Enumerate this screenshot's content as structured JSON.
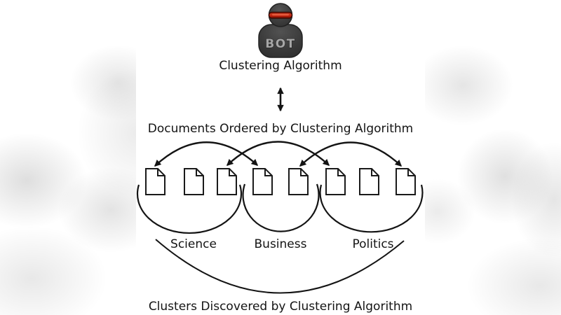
{
  "diagram": {
    "bot_icon": {
      "label": "BOT"
    },
    "algorithm_label": "Clustering Algorithm",
    "documents_label": "Documents Ordered by Clustering Algorithm",
    "clusters_label": "Clusters Discovered by Clustering Algorithm",
    "document_count": 8,
    "clusters": [
      {
        "label": "Science",
        "documents": [
          1,
          2,
          3
        ]
      },
      {
        "label": "Business",
        "documents": [
          4,
          5
        ]
      },
      {
        "label": "Politics",
        "documents": [
          6,
          7,
          8
        ]
      }
    ],
    "reorder_arrows": [
      {
        "between": [
          1,
          4
        ]
      },
      {
        "between": [
          3,
          6
        ]
      },
      {
        "between": [
          5,
          8
        ]
      }
    ],
    "colors": {
      "ink": "#141414",
      "bot_body": "#3a3a3a",
      "bot_visor": "#bb1e0e",
      "bot_label": "#a6a6a6",
      "panel_background": "#ffffff",
      "ambient_gray": "#d9d9d9"
    }
  }
}
